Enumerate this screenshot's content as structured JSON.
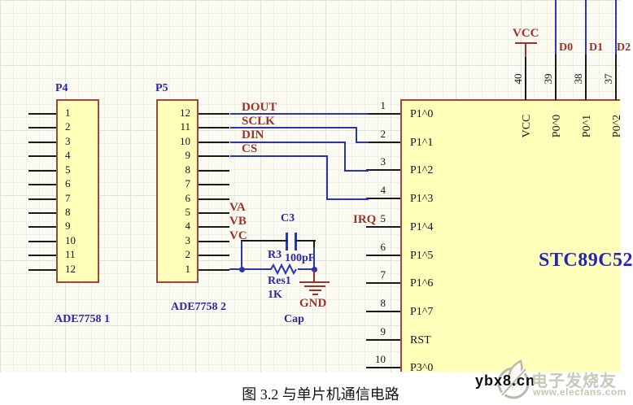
{
  "schematic": {
    "caption": "图 3.2 与单片机通信电路",
    "p4": {
      "designator": "P4",
      "part": "ADE7758 1",
      "pins": [
        "1",
        "2",
        "3",
        "4",
        "5",
        "6",
        "7",
        "8",
        "9",
        "10",
        "11",
        "12"
      ]
    },
    "p5": {
      "designator": "P5",
      "part": "ADE7758 2",
      "pins": [
        "12",
        "11",
        "10",
        "9",
        "8",
        "7",
        "6",
        "5",
        "4",
        "3",
        "2",
        "1"
      ]
    },
    "net_labels": {
      "dout": "DOUT",
      "sclk": "SCLK",
      "din": "DIN",
      "cs": "CS",
      "va": "VA",
      "vb": "VB",
      "vc": "VC",
      "irq": "IRQ",
      "d0": "D0",
      "d1": "D1",
      "d2": "D2"
    },
    "power": {
      "vcc": "VCC",
      "gnd": "GND"
    },
    "capacitor": {
      "designator": "C3",
      "value": "100pF",
      "type": "Cap"
    },
    "resistor": {
      "designator": "R3",
      "type": "Res1",
      "value": "1K"
    },
    "mcu": {
      "name": "STC89C52",
      "left_pins": [
        {
          "num": "1",
          "name": "P1^0"
        },
        {
          "num": "2",
          "name": "P1^1"
        },
        {
          "num": "3",
          "name": "P1^2"
        },
        {
          "num": "4",
          "name": "P1^3"
        },
        {
          "num": "5",
          "name": "P1^4"
        },
        {
          "num": "6",
          "name": "P1^5"
        },
        {
          "num": "7",
          "name": "P1^6"
        },
        {
          "num": "8",
          "name": "P1^7"
        },
        {
          "num": "9",
          "name": "RST"
        },
        {
          "num": "10",
          "name": "P3^0"
        }
      ],
      "top_pins": [
        {
          "num": "40",
          "name": "VCC"
        },
        {
          "num": "39",
          "name": "P0^0"
        },
        {
          "num": "38",
          "name": "P0^1"
        },
        {
          "num": "37",
          "name": "P0^2"
        }
      ]
    }
  },
  "watermark": {
    "site": "ybx8.cn",
    "brand": "电子发烧友",
    "url": "www.elecfans.com"
  },
  "colors": {
    "wire": "#2B35AD",
    "pin": "#1a1a1a",
    "power_red": "#9B332B",
    "net_label": "#9B332B",
    "designator": "#2828A8",
    "component_fill": "#FFFFB9",
    "component_border": "#A1463C",
    "mcu_name": "#2525B5"
  }
}
